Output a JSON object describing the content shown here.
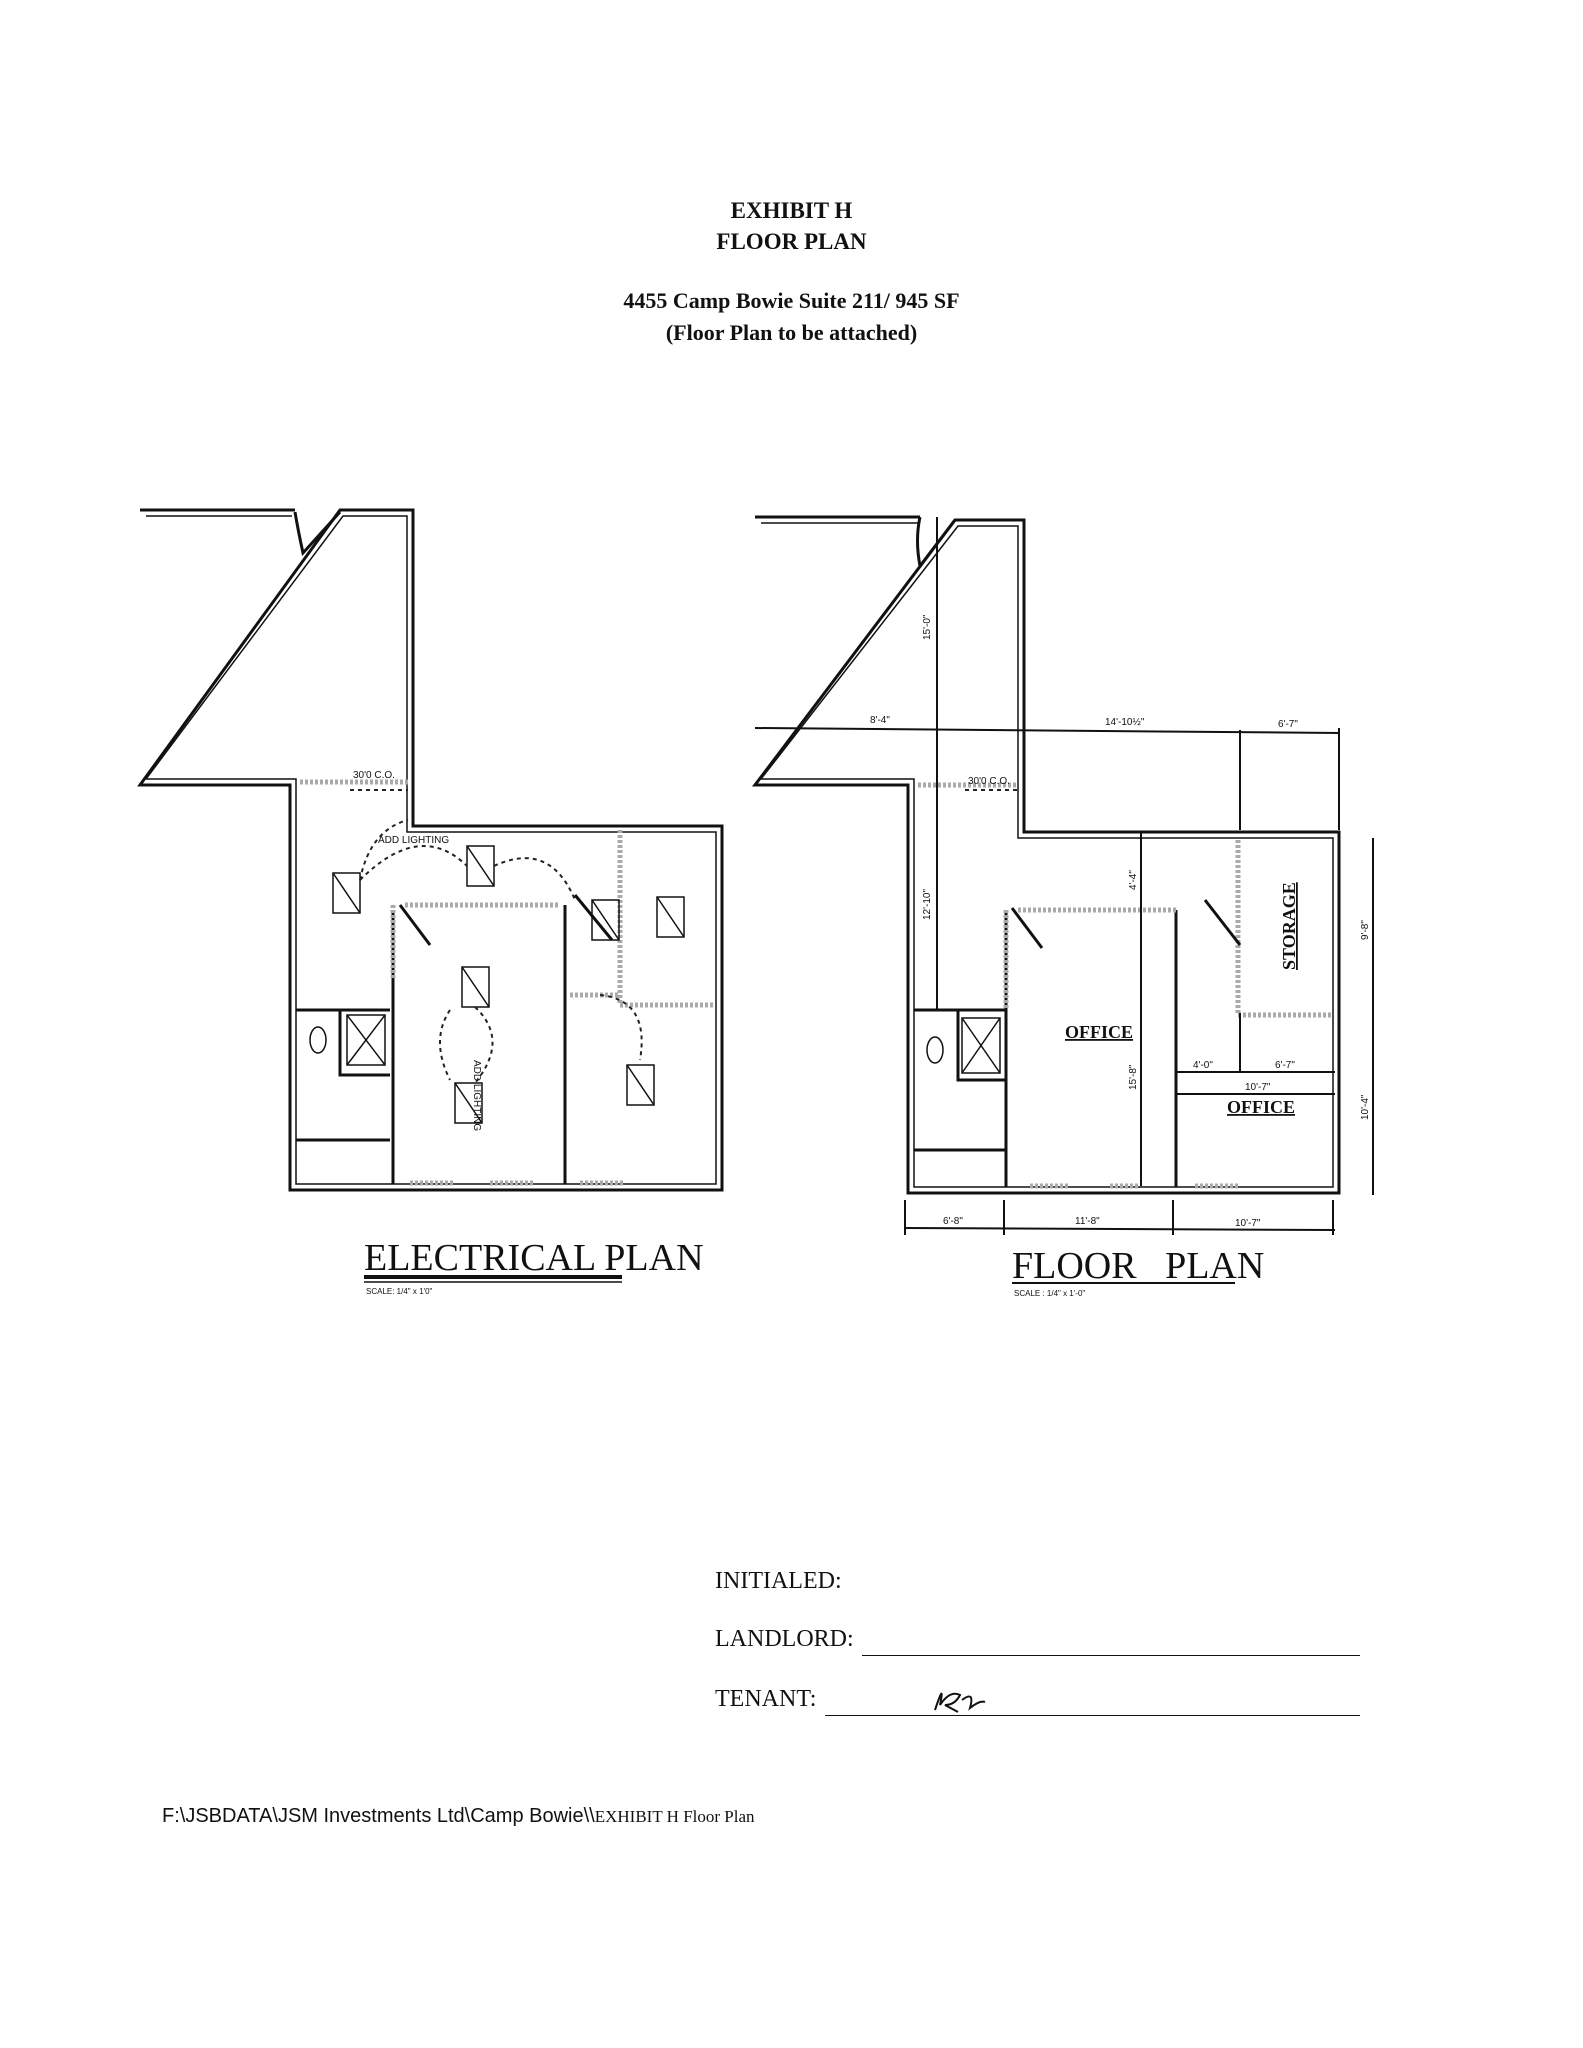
{
  "header": {
    "exhibit": "EXHIBIT H",
    "title": "FLOOR PLAN",
    "address": "4455 Camp Bowie Suite 211/ 945 SF",
    "note": "(Floor Plan to be attached)"
  },
  "electrical_plan": {
    "title": "ELECTRICAL PLAN",
    "scale": "SCALE: 1/4\" x 1'0\"",
    "door_label": "30'0 C.O.",
    "notes": [
      "ADD LIGHTING",
      "ADD LIGHTING"
    ]
  },
  "floor_plan": {
    "title": "FLOOR   PLAN",
    "scale": "SCALE : 1/4\" x 1'-0\"",
    "door_label": "30'0 C.O.",
    "rooms": [
      "OFFICE",
      "STORAGE",
      "OFFICE"
    ],
    "dimensions": {
      "top_left": "8'-4\"",
      "top_mid": "14'-10½\"",
      "top_right": "6'-7\"",
      "upper_vertical": "15'-0\"",
      "mid_vertical": "12'-10\"",
      "office_upper": "4'-4\"",
      "office_vertical": "15'-8\"",
      "storage_vertical": "9'-8\"",
      "office2_vertical": "10'-4\"",
      "mid_left": "4'-0\"",
      "mid_right": "6'-7\"",
      "mid_total": "10'-7\"",
      "bottom_left": "6'-8\"",
      "bottom_mid": "11'-8\"",
      "bottom_right": "10'-7\""
    }
  },
  "signoff": {
    "initialed": "INITIALED:",
    "landlord": "LANDLORD:",
    "tenant": "TENANT:",
    "tenant_initials": "KR"
  },
  "footer": {
    "path": "F:\\JSBDATA\\JSM Investments Ltd\\Camp Bowie\\\\",
    "suffix": "EXHIBIT H  Floor Plan"
  }
}
